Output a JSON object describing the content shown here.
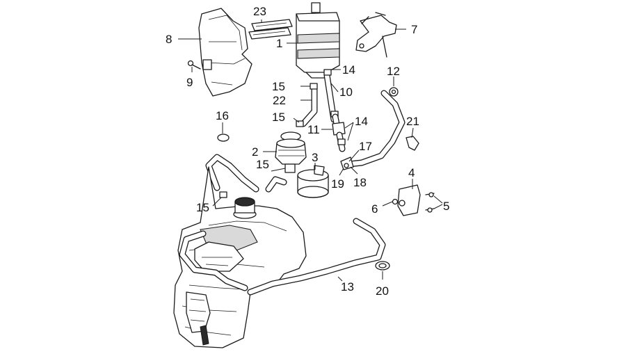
{
  "callouts": {
    "c1": "1",
    "c2": "2",
    "c3": "3",
    "c4": "4",
    "c5": "5",
    "c6": "6",
    "c7": "7",
    "c8": "8",
    "c9": "9",
    "c10": "10",
    "c11": "11",
    "c12": "12",
    "c13": "13",
    "c14a": "14",
    "c14b": "14",
    "c15a": "15",
    "c15b": "15",
    "c15c": "15",
    "c15d": "15",
    "c16": "16",
    "c17": "17",
    "c18": "18",
    "c19": "19",
    "c20": "20",
    "c21": "21",
    "c22": "22",
    "c23": "23"
  },
  "colors": {
    "line": "#1a1a1a",
    "background": "#ffffff",
    "shade": "#d9d9d9"
  }
}
